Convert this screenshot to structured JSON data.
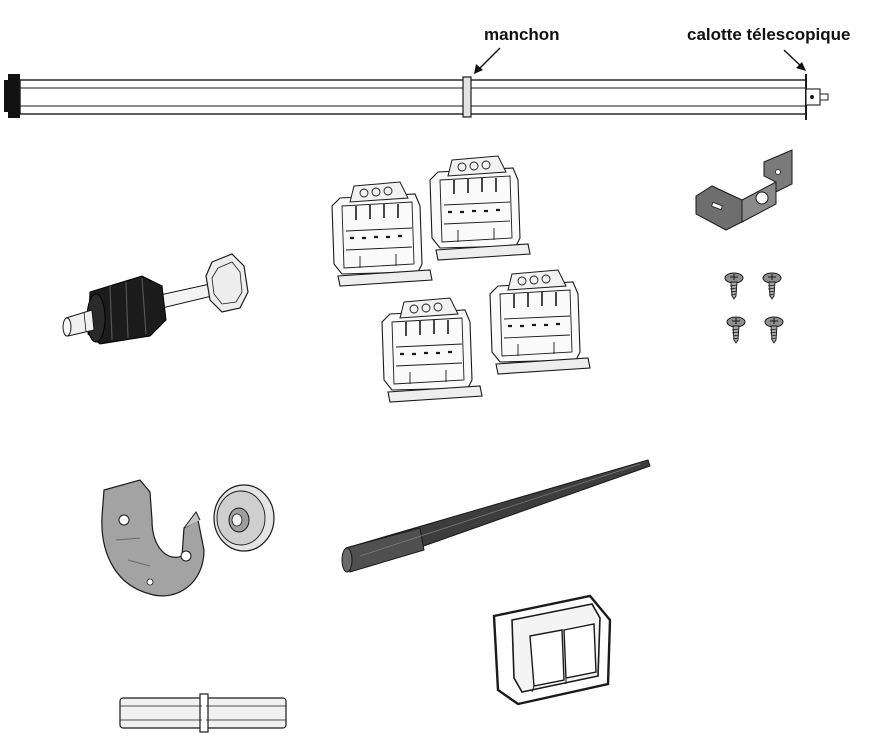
{
  "labels": {
    "manchon": "manchon",
    "calotte": "calotte télescopique"
  },
  "colors": {
    "outline": "#1a1a1a",
    "light_fill": "#ececec",
    "mid_gray": "#9a9a9a",
    "dark_gray": "#4a4a4a",
    "black": "#111111"
  },
  "parts": [
    {
      "name": "tube-with-sleeve",
      "icon": "tube-icon"
    },
    {
      "name": "motor-adapter-with-crown",
      "icon": "crown-adapter-icon"
    },
    {
      "name": "slat-attachment-clips",
      "icon": "attachment-clip-icon"
    },
    {
      "name": "metal-bracket",
      "icon": "bracket-icon"
    },
    {
      "name": "screws",
      "icon": "screw-icon"
    },
    {
      "name": "end-support-plate",
      "icon": "support-plate-icon"
    },
    {
      "name": "bearing-washer",
      "icon": "washer-icon"
    },
    {
      "name": "square-drive-rod",
      "icon": "rod-icon"
    },
    {
      "name": "wall-switch",
      "icon": "switch-icon"
    },
    {
      "name": "tube-connector",
      "icon": "connector-icon"
    }
  ]
}
